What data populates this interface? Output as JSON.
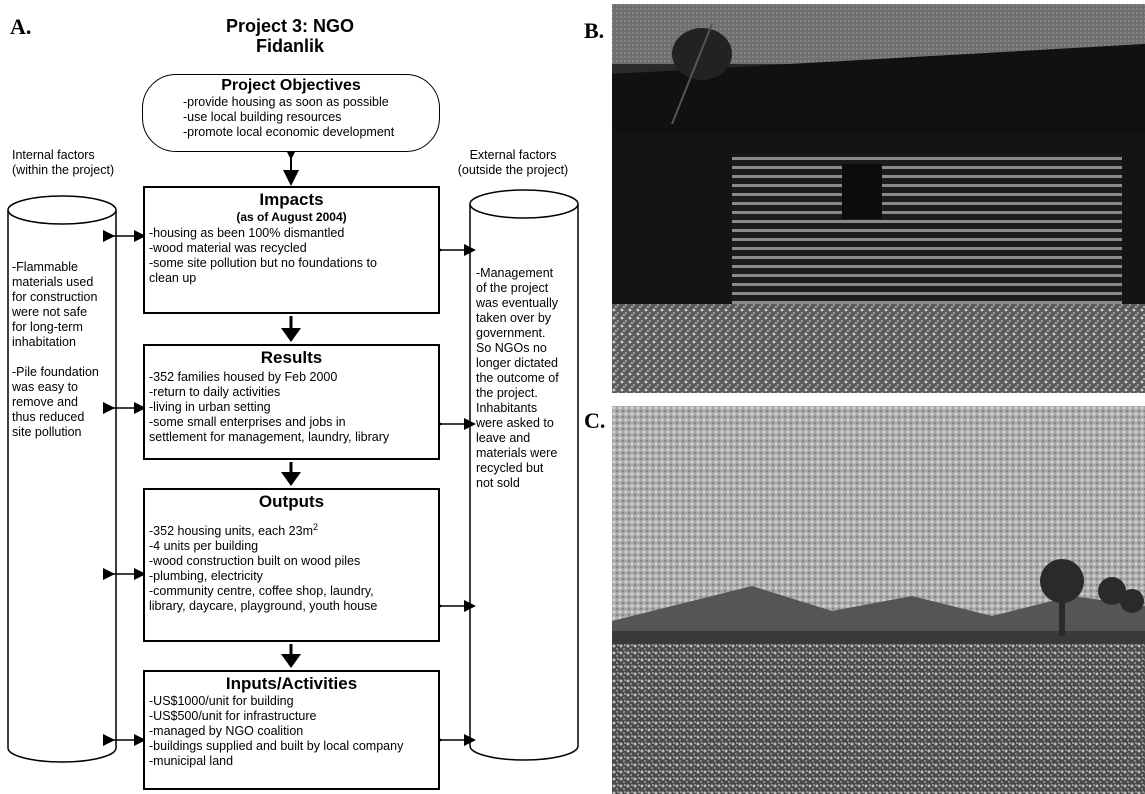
{
  "panel_a_letter": "A.",
  "panel_b_letter": "B.",
  "panel_c_letter": "C.",
  "title": [
    "Project 3: NGO",
    "Fidanlik"
  ],
  "objectives": {
    "title": "Project Objectives",
    "lines": [
      "-provide housing as soon as possible",
      "-use local building resources",
      "-promote local economic development"
    ]
  },
  "internal_label": [
    "Internal factors",
    "(within the project)"
  ],
  "external_label": [
    "External factors",
    "(outside the project)"
  ],
  "impacts": {
    "title": "Impacts",
    "subtitle": "(as of August 2004)",
    "lines": [
      "-housing as been 100% dismantled",
      "-wood material was recycled",
      "-some site pollution but no foundations to",
      "clean up"
    ]
  },
  "results": {
    "title": "Results",
    "lines": [
      "-352 families housed by Feb 2000",
      "-return to daily activities",
      "-living in urban setting",
      "-some small enterprises and jobs in",
      "settlement for management, laundry, library"
    ]
  },
  "outputs": {
    "title": "Outputs",
    "line1": "-352 housing units, each 23m",
    "line1_sup": "2",
    "lines": [
      "-4 units per building",
      "-wood construction built on wood piles",
      "-plumbing, electricity",
      "-community centre, coffee shop, laundry,",
      "library, daycare, playground, youth house"
    ]
  },
  "inputs": {
    "title": "Inputs/Activities",
    "lines": [
      "-US$1000/unit for building",
      "-US$500/unit for infrastructure",
      "-managed by NGO coalition",
      "-buildings supplied and built by local company",
      "-municipal land"
    ]
  },
  "internal_text": [
    "-Flammable",
    "materials used",
    "for construction",
    "were not safe",
    "for long-term",
    "inhabitation",
    "",
    "-Pile foundation",
    "was easy to",
    "remove and",
    "thus reduced",
    "site pollution"
  ],
  "external_text": [
    "-Management",
    "of the project",
    "was eventually",
    "taken over by",
    "government.",
    "So NGOs no",
    "longer dictated",
    "the outcome of",
    "the project.",
    "Inhabitants",
    "were asked to",
    "leave and",
    "materials were",
    "recycled but",
    "not sold"
  ]
}
